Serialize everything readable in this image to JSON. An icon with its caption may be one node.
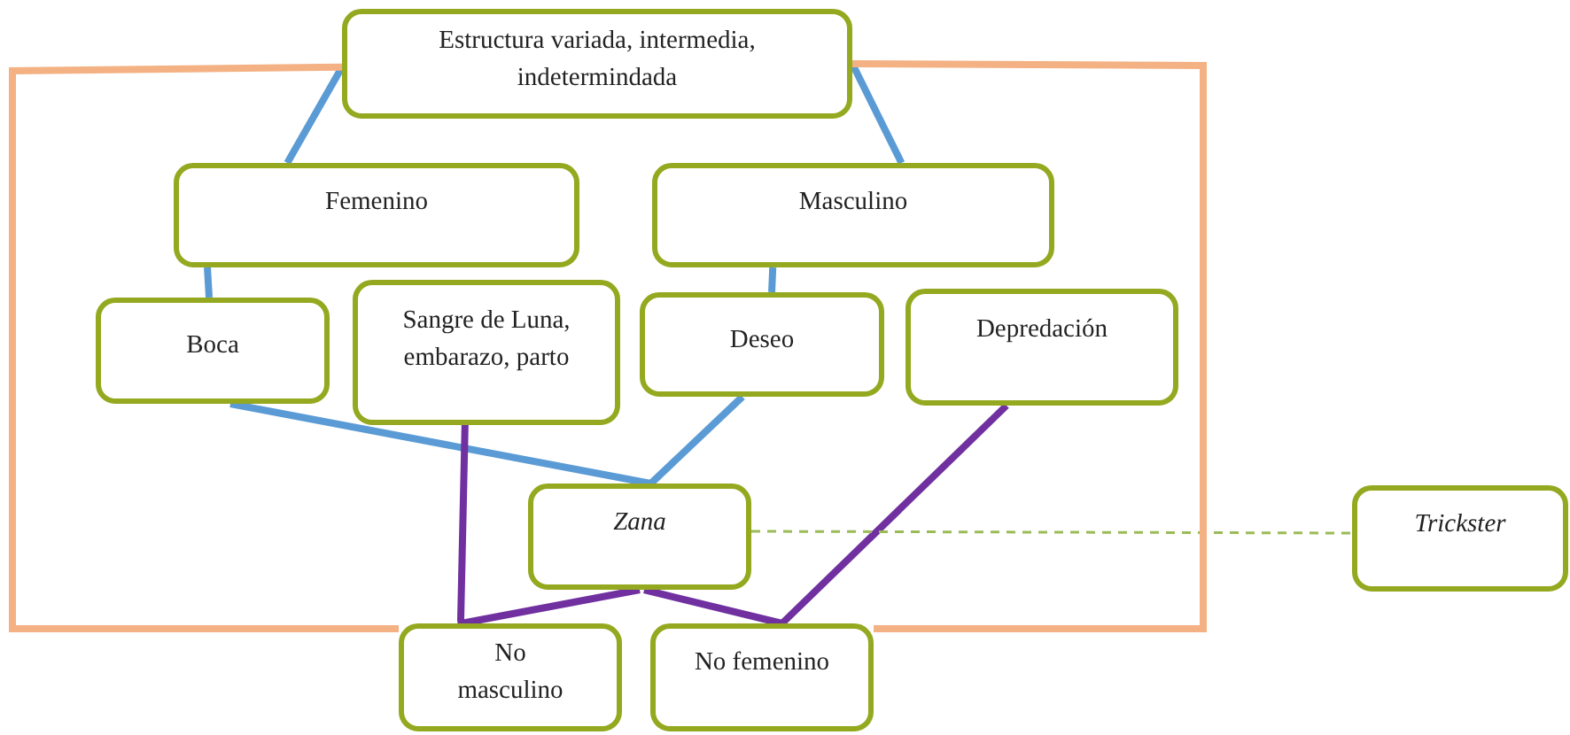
{
  "diagram": {
    "nodes": [
      {
        "text": [
          "Estructura variada, intermedia, indetermindada"
        ]
      },
      {
        "text": [
          "Femenino"
        ]
      },
      {
        "text": [
          "Masculino"
        ]
      },
      {
        "text": [
          "Boca"
        ]
      },
      {
        "text": [
          "Sangre de Luna, embarazo, parto"
        ]
      },
      {
        "text": [
          "Deseo"
        ]
      },
      {
        "text": [
          "Depredación"
        ]
      },
      {
        "text": [
          "Zana"
        ]
      },
      {
        "text": [
          "Trickster"
        ]
      },
      {
        "text": [
          "No masculino"
        ]
      },
      {
        "text": [
          "No femenino"
        ]
      }
    ],
    "edges": [
      {
        "from": 0,
        "to": 1,
        "arrow": "none"
      },
      {
        "from": 0,
        "to": 2,
        "arrow": "none"
      },
      {
        "from": 1,
        "to": 3,
        "arrow": "none"
      },
      {
        "from": 2,
        "to": 5,
        "arrow": "none"
      },
      {
        "from": 3,
        "to": 7,
        "arrow": "none"
      },
      {
        "from": 5,
        "to": 7,
        "arrow": "none"
      },
      {
        "from": 4,
        "to": 9,
        "arrow": "none",
        "color": "#7030a0"
      },
      {
        "from": 7,
        "to": 9,
        "arrow": "none",
        "color": "#7030a0"
      },
      {
        "from": 7,
        "to": 10,
        "arrow": "none",
        "color": "#7030a0"
      },
      {
        "from": 6,
        "to": 10,
        "arrow": "none",
        "color": "#7030a0"
      },
      {
        "from": 7,
        "to": 8,
        "arrow": "none",
        "style": "dashed",
        "color": "#9bbb59"
      },
      {
        "from": 0,
        "to": 9,
        "arrow": "none",
        "color": "#f4b183"
      },
      {
        "from": 0,
        "to": 10,
        "arrow": "none",
        "color": "#f4b183"
      }
    ]
  }
}
